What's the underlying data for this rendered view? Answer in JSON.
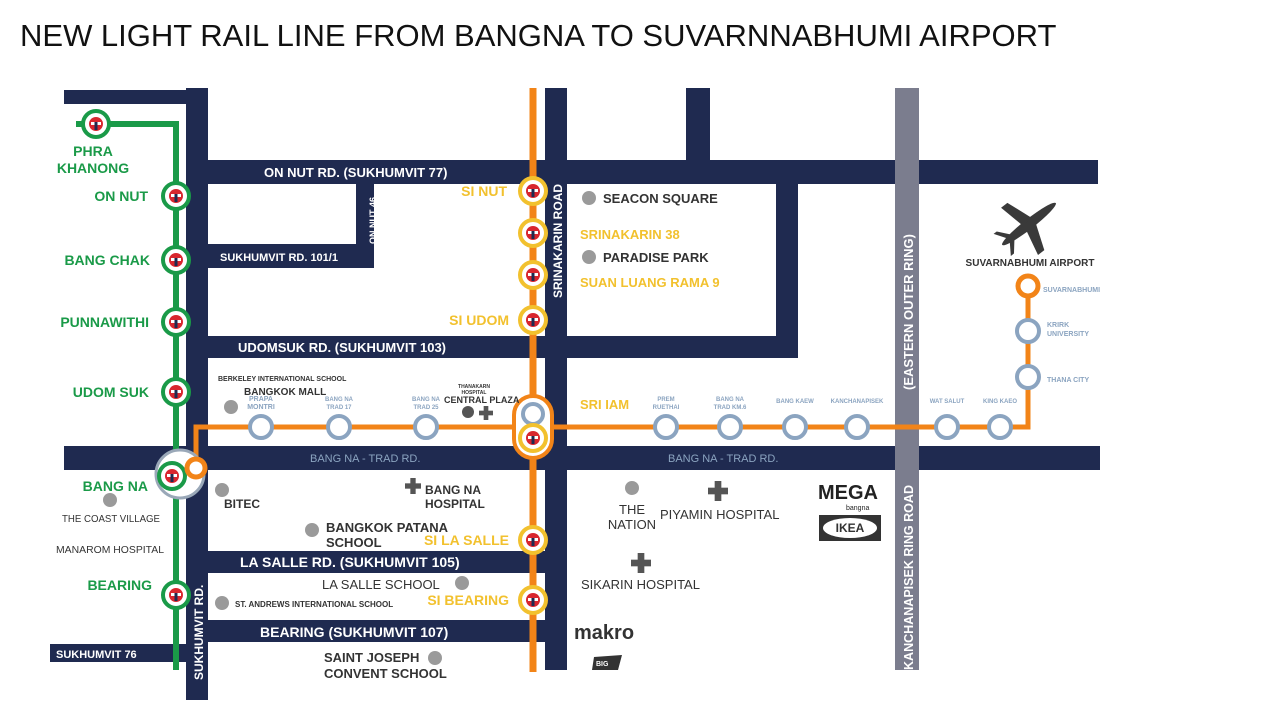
{
  "title": "NEW LIGHT RAIL LINE FROM BANGNA TO SUVARNNABHUMI AIRPORT",
  "colors": {
    "road": "#1f2a50",
    "green_line": "#1a9a48",
    "orange_line": "#f28418",
    "stop_ring": "#8ba4c0",
    "station_yellow": "#f2c12e",
    "gray_road": "#7b7d8e",
    "label_green": "#1a9a48",
    "label_yellow": "#f2c12e",
    "label_dark": "#333333",
    "label_faint": "#8ba4c0"
  },
  "roads": {
    "on_nut": "ON NUT RD. (SUKHUMVIT 77)",
    "on_nut_46": "ON NUT 46",
    "sukhumvit_101_1": "SUKHUMVIT RD. 101/1",
    "udomsuk": "UDOMSUK RD. (SUKHUMVIT 103)",
    "bang_na_trad_west": "BANG NA - TRAD RD.",
    "bang_na_trad_east": "BANG NA - TRAD RD.",
    "la_salle": "LA SALLE RD. (SUKHUMVIT 105)",
    "bearing": "BEARING (SUKHUMVIT 107)",
    "sukhumvit_76": "SUKHUMVIT 76",
    "sukhumvit_rd": "SUKHUMVIT RD.",
    "srinakarin": "SRINAKARIN ROAD",
    "eastern_outer_ring": "(EASTERN OUTER RING)",
    "kanchanapisek": "KANCHANAPISEK RING ROAD"
  },
  "green_stations": [
    "PHRA KHANONG",
    "ON NUT",
    "BANG CHAK",
    "PUNNAWITHI",
    "UDOM SUK",
    "BANG NA",
    "BEARING"
  ],
  "yellow_stations": {
    "si_nut": "SI NUT",
    "srinakarin_38": "SRINAKARIN 38",
    "suan_luang": "SUAN LUANG RAMA 9",
    "si_udom": "SI UDOM",
    "sri_iam": "SRI IAM",
    "si_la_salle": "SI LA SALLE",
    "si_bearing": "SI BEARING"
  },
  "orange_stops": {
    "prapa_montri": "PRAPA MONTRI",
    "bang_na_trad_17": "BANG NA TRAD 17",
    "bang_na_trad_25": "BANG NA TRAD 25",
    "prem_ruethai": "PREM RUETHAI",
    "bang_na_trad_km6": "BANG NA TRAD KM.6",
    "bang_kaew": "BANG KAEW",
    "kanchanapisek": "KANCHANAPISEK",
    "wat_salut": "WAT SALUT",
    "king_kaeo": "KING KAEO",
    "thana_city": "THANA CITY",
    "krirk_university": "KRIRK UNIVERSITY",
    "suvarnabhumi": "SUVARNABHUMI"
  },
  "places": {
    "seacon_square": "SEACON SQUARE",
    "paradise_park": "PARADISE PARK",
    "berkeley_school": "BERKELEY INTERNATIONAL SCHOOL",
    "bangkok_mall": "BANGKOK MALL",
    "thanakarn_hospital": "THANAKARN HOSPITAL",
    "central_plaza": "CENTRAL PLAZA",
    "bitec": "BITEC",
    "bang_na_hospital": "BANG NA HOSPITAL",
    "bangkok_patana": "BANGKOK PATANA SCHOOL",
    "the_coast_village": "THE COAST VILLAGE",
    "manarom_hospital": "MANAROM HOSPITAL",
    "la_salle_school": "LA SALLE SCHOOL",
    "st_andrews": "ST. ANDREWS INTERNATIONAL SCHOOL",
    "saint_joseph": "SAINT JOSEPH CONVENT SCHOOL",
    "the_nation": "THE NATION",
    "piyamin_hospital": "PIYAMIN HOSPITAL",
    "sikarin_hospital": "SIKARIN HOSPITAL",
    "suvarnabhumi_airport": "SUVARNABHUMI AIRPORT"
  },
  "logos": {
    "mega": "MEGA",
    "mega_sub": "bangna",
    "ikea": "IKEA",
    "makro": "makro",
    "store": "BIG"
  }
}
